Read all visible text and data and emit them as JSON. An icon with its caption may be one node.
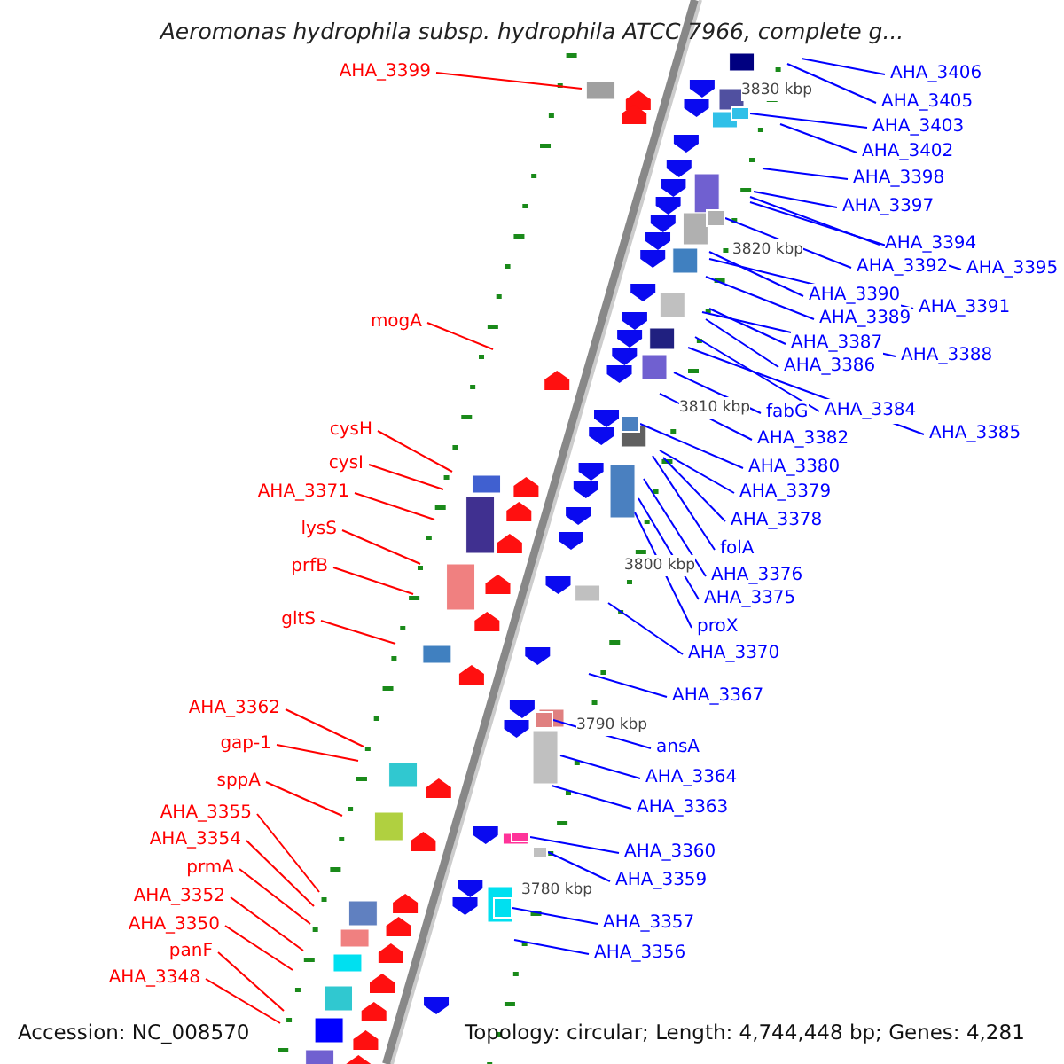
{
  "diagram": {
    "title": "Aeromonas hydrophila subsp. hydrophila ATCC 7966, complete g...",
    "nodes": [
      {
        "text": [
          "AHA_3399"
        ]
      },
      {
        "text": [
          "mogA"
        ]
      },
      {
        "text": [
          "cysH"
        ]
      },
      {
        "text": [
          "cysI"
        ]
      },
      {
        "text": [
          "AHA_3371"
        ]
      },
      {
        "text": [
          "lysS"
        ]
      },
      {
        "text": [
          "prfB"
        ]
      },
      {
        "text": [
          "gltS"
        ]
      },
      {
        "text": [
          "AHA_3362"
        ]
      },
      {
        "text": [
          "gap-1"
        ]
      },
      {
        "text": [
          "sppA"
        ]
      },
      {
        "text": [
          "AHA_3355"
        ]
      },
      {
        "text": [
          "AHA_3354"
        ]
      },
      {
        "text": [
          "prmA"
        ]
      },
      {
        "text": [
          "AHA_3352"
        ]
      },
      {
        "text": [
          "AHA_3350"
        ]
      },
      {
        "text": [
          "panF"
        ]
      },
      {
        "text": [
          "AHA_3348"
        ]
      },
      {
        "text": [
          "AHA_3406"
        ]
      },
      {
        "text": [
          "AHA_3405"
        ]
      },
      {
        "text": [
          "AHA_3403"
        ]
      },
      {
        "text": [
          "AHA_3402"
        ]
      },
      {
        "text": [
          "AHA_3398"
        ]
      },
      {
        "text": [
          "AHA_3397"
        ]
      },
      {
        "text": [
          "AHA_3394"
        ]
      },
      {
        "text": [
          "AHA_3392"
        ]
      },
      {
        "text": [
          "AHA_3395"
        ]
      },
      {
        "text": [
          "AHA_3390"
        ]
      },
      {
        "text": [
          "AHA_3391"
        ]
      },
      {
        "text": [
          "AHA_3389"
        ]
      },
      {
        "text": [
          "AHA_3387"
        ]
      },
      {
        "text": [
          "AHA_3388"
        ]
      },
      {
        "text": [
          "AHA_3386"
        ]
      },
      {
        "text": [
          "AHA_3384"
        ]
      },
      {
        "text": [
          "fabG"
        ]
      },
      {
        "text": [
          "AHA_3385"
        ]
      },
      {
        "text": [
          "AHA_3382"
        ]
      },
      {
        "text": [
          "AHA_3380"
        ]
      },
      {
        "text": [
          "AHA_3379"
        ]
      },
      {
        "text": [
          "AHA_3378"
        ]
      },
      {
        "text": [
          "folA"
        ]
      },
      {
        "text": [
          "AHA_3376"
        ]
      },
      {
        "text": [
          "AHA_3375"
        ]
      },
      {
        "text": [
          "proX"
        ]
      },
      {
        "text": [
          "AHA_3370"
        ]
      },
      {
        "text": [
          "AHA_3367"
        ]
      },
      {
        "text": [
          "ansA"
        ]
      },
      {
        "text": [
          "AHA_3364"
        ]
      },
      {
        "text": [
          "AHA_3363"
        ]
      },
      {
        "text": [
          "AHA_3360"
        ]
      },
      {
        "text": [
          "AHA_3359"
        ]
      },
      {
        "text": [
          "AHA_3357"
        ]
      },
      {
        "text": [
          "AHA_3356"
        ]
      },
      {
        "text": [],
        "shape": "box"
      },
      {
        "text": [],
        "shape": "box"
      },
      {
        "text": [],
        "shape": "box"
      },
      {
        "text": [],
        "shape": "box"
      },
      {
        "text": [],
        "shape": "box"
      },
      {
        "text": [],
        "shape": "box"
      },
      {
        "text": [],
        "shape": "box"
      }
    ],
    "edges": [
      {
        "from": 0,
        "to": null,
        "arrow": "none",
        "color": "#ff0000"
      },
      {
        "from": 1,
        "to": null,
        "arrow": "none",
        "color": "#ff0000"
      },
      {
        "from": 2,
        "to": null,
        "arrow": "none",
        "color": "#ff0000"
      },
      {
        "from": 3,
        "to": null,
        "arrow": "none",
        "color": "#ff0000"
      },
      {
        "from": 4,
        "to": null,
        "arrow": "none",
        "color": "#ff0000"
      },
      {
        "from": 5,
        "to": null,
        "arrow": "none",
        "color": "#ff0000"
      },
      {
        "from": 6,
        "to": null,
        "arrow": "none",
        "color": "#ff0000"
      },
      {
        "from": 7,
        "to": null,
        "arrow": "none",
        "color": "#ff0000"
      },
      {
        "from": 8,
        "to": null,
        "arrow": "none",
        "color": "#ff0000"
      },
      {
        "from": 9,
        "to": null,
        "arrow": "none",
        "color": "#ff0000"
      },
      {
        "from": 10,
        "to": null,
        "arrow": "none",
        "color": "#ff0000"
      },
      {
        "from": 11,
        "to": null,
        "arrow": "none",
        "color": "#ff0000"
      },
      {
        "from": 12,
        "to": null,
        "arrow": "none",
        "color": "#ff0000"
      },
      {
        "from": 13,
        "to": null,
        "arrow": "none",
        "color": "#ff0000"
      },
      {
        "from": 14,
        "to": null,
        "arrow": "none",
        "color": "#ff0000"
      },
      {
        "from": 15,
        "to": null,
        "arrow": "none",
        "color": "#ff0000"
      },
      {
        "from": 16,
        "to": null,
        "arrow": "none",
        "color": "#ff0000"
      },
      {
        "from": 17,
        "to": null,
        "arrow": "none",
        "color": "#ff0000"
      },
      {
        "from": 18,
        "to": null,
        "arrow": "none"
      },
      {
        "from": 19,
        "to": null,
        "arrow": "none"
      },
      {
        "from": 20,
        "to": 53,
        "arrow": "none"
      },
      {
        "from": 21,
        "to": null,
        "arrow": "none"
      },
      {
        "from": 22,
        "to": null,
        "arrow": "none"
      },
      {
        "from": 23,
        "to": null,
        "arrow": "none"
      },
      {
        "from": 24,
        "to": null,
        "arrow": "none"
      },
      {
        "from": 25,
        "to": 54,
        "arrow": "none"
      },
      {
        "from": 26,
        "to": null,
        "arrow": "none"
      },
      {
        "from": 27,
        "to": null,
        "arrow": "none"
      },
      {
        "from": 28,
        "to": null,
        "arrow": "none"
      },
      {
        "from": 29,
        "to": null,
        "arrow": "none"
      },
      {
        "from": 30,
        "to": null,
        "arrow": "none"
      },
      {
        "from": 31,
        "to": null,
        "arrow": "none"
      },
      {
        "from": 32,
        "to": null,
        "arrow": "none"
      },
      {
        "from": 33,
        "to": null,
        "arrow": "none"
      },
      {
        "from": 34,
        "to": null,
        "arrow": "none"
      },
      {
        "from": 35,
        "to": null,
        "arrow": "none"
      },
      {
        "from": 36,
        "to": null,
        "arrow": "none"
      },
      {
        "from": 37,
        "to": 55,
        "arrow": "none"
      },
      {
        "from": 38,
        "to": null,
        "arrow": "none"
      },
      {
        "from": 39,
        "to": null,
        "arrow": "none"
      },
      {
        "from": 40,
        "to": null,
        "arrow": "none"
      },
      {
        "from": 41,
        "to": null,
        "arrow": "none"
      },
      {
        "from": 42,
        "to": null,
        "arrow": "none"
      },
      {
        "from": 43,
        "to": null,
        "arrow": "none"
      },
      {
        "from": 44,
        "to": null,
        "arrow": "none"
      },
      {
        "from": 45,
        "to": null,
        "arrow": "none"
      },
      {
        "from": 46,
        "to": 56,
        "arrow": "none"
      },
      {
        "from": 47,
        "to": null,
        "arrow": "none"
      },
      {
        "from": 48,
        "to": null,
        "arrow": "none"
      },
      {
        "from": 49,
        "to": 57,
        "arrow": "none"
      },
      {
        "from": 50,
        "to": 59,
        "arrow": "none"
      },
      {
        "from": 51,
        "to": 58,
        "arrow": "none"
      },
      {
        "from": 52,
        "to": null,
        "arrow": "none"
      }
    ],
    "labels": [
      "3830 kbp",
      "3820 kbp",
      "3810 kbp",
      "3800 kbp",
      "3790 kbp",
      "3780 kbp",
      "Accession: NC_008570",
      "Topology: circular; Length: 4,744,448 bp; Genes: 4,281"
    ]
  }
}
